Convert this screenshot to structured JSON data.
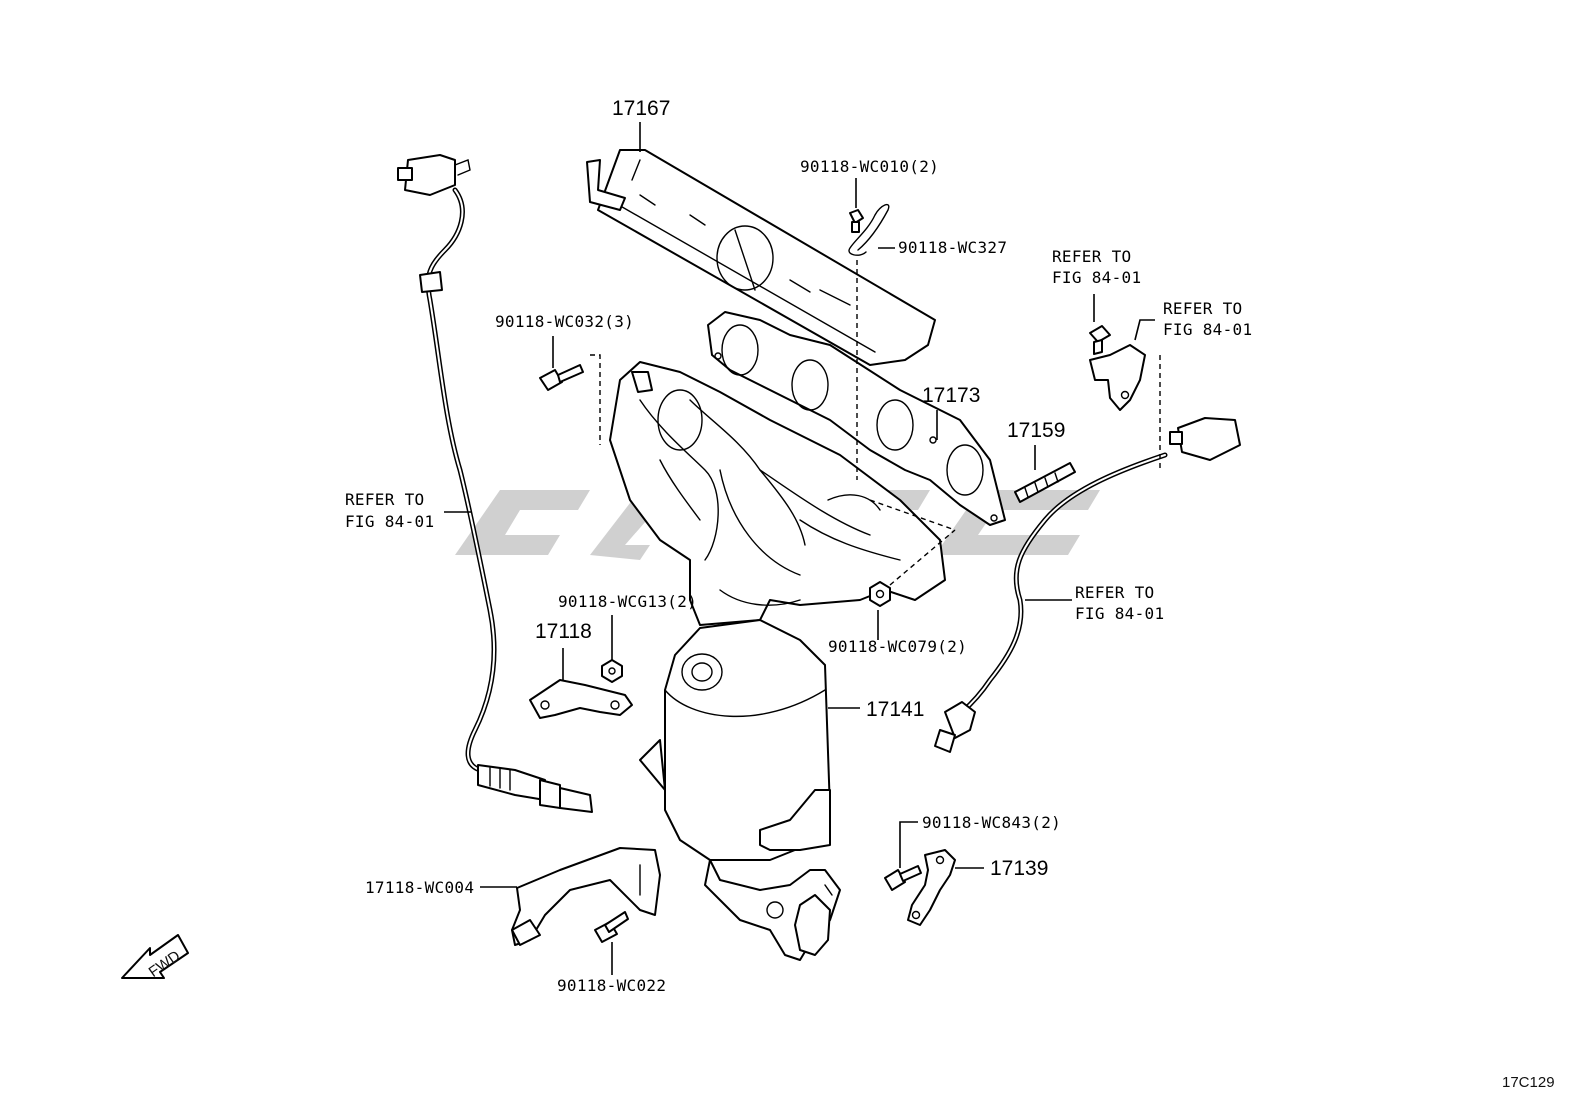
{
  "diagram": {
    "figure_code": "17C129",
    "fwd_label": "FWD",
    "callouts": {
      "heat_insulator": "17167",
      "gasket_manifold": "17173",
      "stud": "17159",
      "converter": "17141",
      "bracket_left": "17118",
      "bracket_right": "17139",
      "bolt_wc010": "90118-WC010(2)",
      "clip_wc327": "90118-WC327",
      "bolt_wc032": "90118-WC032(3)",
      "nut_wcg13": "90118-WCG13(2)",
      "nut_wc079": "90118-WC079(2)",
      "bolt_wc843": "90118-WC843(2)",
      "stay_wc004": "17118-WC004",
      "bolt_wc022": "90118-WC022",
      "refer_left_line1": "REFER TO",
      "refer_left_line2": "FIG 84-01",
      "refer_top1_line1": "REFER TO",
      "refer_top1_line2": "FIG 84-01",
      "refer_top2_line1": "REFER TO",
      "refer_top2_line2": "FIG 84-01",
      "refer_right_line1": "REFER TO",
      "refer_right_line2": "FIG 84-01"
    },
    "colors": {
      "line": "#000000",
      "background": "#ffffff",
      "watermark": "#c8c8c8"
    }
  }
}
